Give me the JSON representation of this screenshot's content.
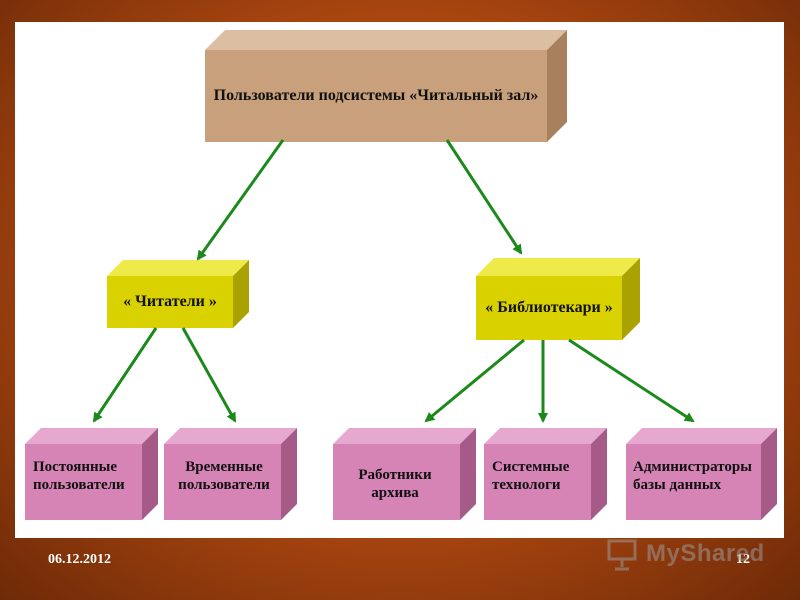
{
  "slide": {
    "date": "06.12.2012",
    "page_number": "12",
    "watermark": "MyShared"
  },
  "diagram": {
    "root": {
      "label": "Пользователи подсистемы «Читальный зал»"
    },
    "readers": {
      "label": "« Читатели »"
    },
    "librarians": {
      "label": "« Библиотекари »"
    },
    "permanent_users": {
      "label": "Постоянные пользователи"
    },
    "temporary_users": {
      "label": "Временные пользователи"
    },
    "archive_workers": {
      "label": "Работники архива"
    },
    "system_technologists": {
      "label": "Системные технологи"
    },
    "db_administrators": {
      "label": "Администраторы базы данных"
    }
  },
  "colors": {
    "root_box": "#c9a07c",
    "yellow_box": "#d9d200",
    "pink_box": "#d683b6",
    "arrow": "#1b8a1b"
  }
}
